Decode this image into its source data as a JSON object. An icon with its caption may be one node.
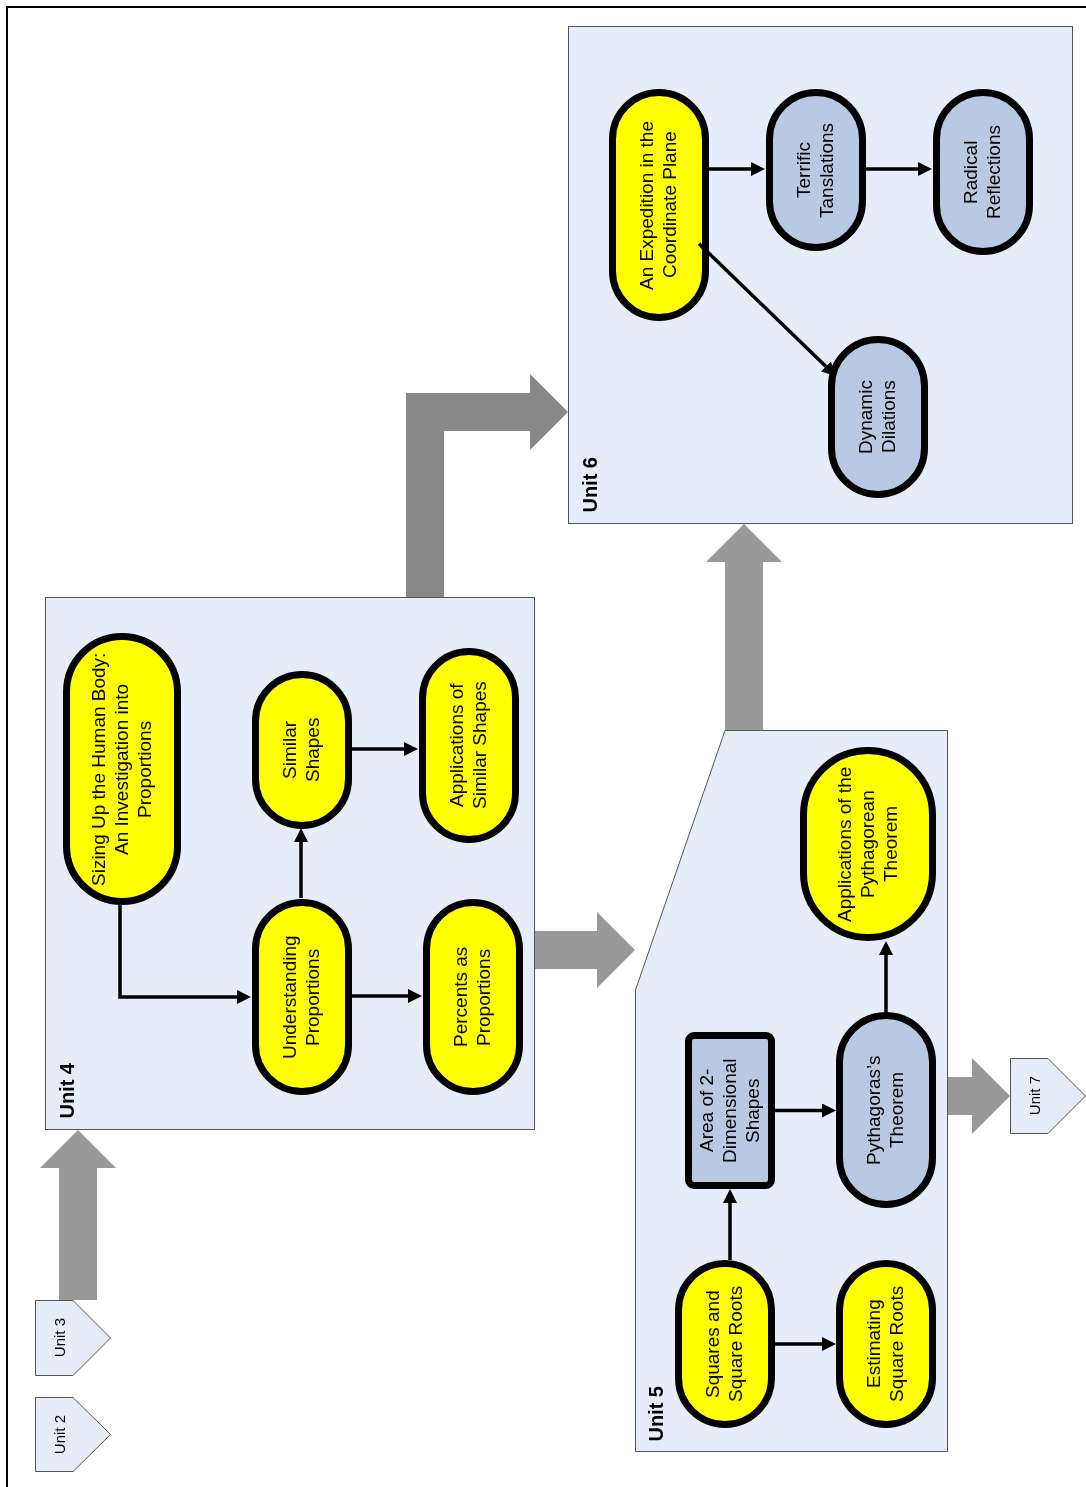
{
  "diagram": {
    "nodes": [
      {
        "text": [
          "Unit 4"
        ]
      },
      {
        "text": [
          "Sizing Up the Human Body: An Investigation into Proportions"
        ],
        "in": 0
      },
      {
        "text": [
          "Understanding Proportions"
        ],
        "in": 0
      },
      {
        "text": [
          "Similar Shapes"
        ],
        "in": 0
      },
      {
        "text": [
          "Percents as Proportions"
        ],
        "in": 0
      },
      {
        "text": [
          "Applications of Similar Shapes"
        ],
        "in": 0
      },
      {
        "text": [
          "Unit 5"
        ]
      },
      {
        "text": [
          "Squares and Square Roots"
        ],
        "in": 6
      },
      {
        "text": [
          "Area of 2-Dimensional Shapes"
        ],
        "in": 6
      },
      {
        "text": [
          "Estimating Square Roots"
        ],
        "in": 6
      },
      {
        "text": [
          "Pythagoras’s Theorem"
        ],
        "in": 6
      },
      {
        "text": [
          "Applications of the Pythagorean Theorem"
        ],
        "in": 6
      },
      {
        "text": [
          "Unit 6"
        ]
      },
      {
        "text": [
          "An Expedition in the Coordinate Plane"
        ],
        "in": 12
      },
      {
        "text": [
          "Terrific Tanslations"
        ],
        "in": 12
      },
      {
        "text": [
          "Radical Reflections"
        ],
        "in": 12
      },
      {
        "text": [
          "Dynamic Dilations"
        ],
        "in": 12
      },
      {
        "text": [
          "Unit 2"
        ]
      },
      {
        "text": [
          "Unit 3"
        ]
      },
      {
        "text": [
          "Unit 7"
        ]
      }
    ],
    "edges": [
      {
        "from": 1,
        "to": 2,
        "arrow": "to"
      },
      {
        "from": 2,
        "to": 3,
        "arrow": "to"
      },
      {
        "from": 3,
        "to": 5,
        "arrow": "to"
      },
      {
        "from": 2,
        "to": 4,
        "arrow": "to"
      },
      {
        "from": 7,
        "to": 9,
        "arrow": "to"
      },
      {
        "from": 7,
        "to": 8,
        "arrow": "to"
      },
      {
        "from": 8,
        "to": 10,
        "arrow": "to"
      },
      {
        "from": 10,
        "to": 11,
        "arrow": "to"
      },
      {
        "from": 13,
        "to": 14,
        "arrow": "to"
      },
      {
        "from": 14,
        "to": 15,
        "arrow": "to"
      },
      {
        "from": 13,
        "to": 16,
        "arrow": "to"
      },
      {
        "from": 18,
        "to": 0,
        "arrow": "to",
        "style": "thick",
        "color": "#999999"
      },
      {
        "from": 0,
        "to": 6,
        "arrow": "to",
        "style": "thick",
        "color": "#999999"
      },
      {
        "from": 0,
        "to": 12,
        "arrow": "to",
        "style": "thick",
        "color": "#888888"
      },
      {
        "from": 6,
        "to": 12,
        "arrow": "to",
        "style": "thick",
        "color": "#999999"
      },
      {
        "from": 6,
        "to": 19,
        "arrow": "to",
        "style": "thick",
        "color": "#999999"
      }
    ]
  }
}
